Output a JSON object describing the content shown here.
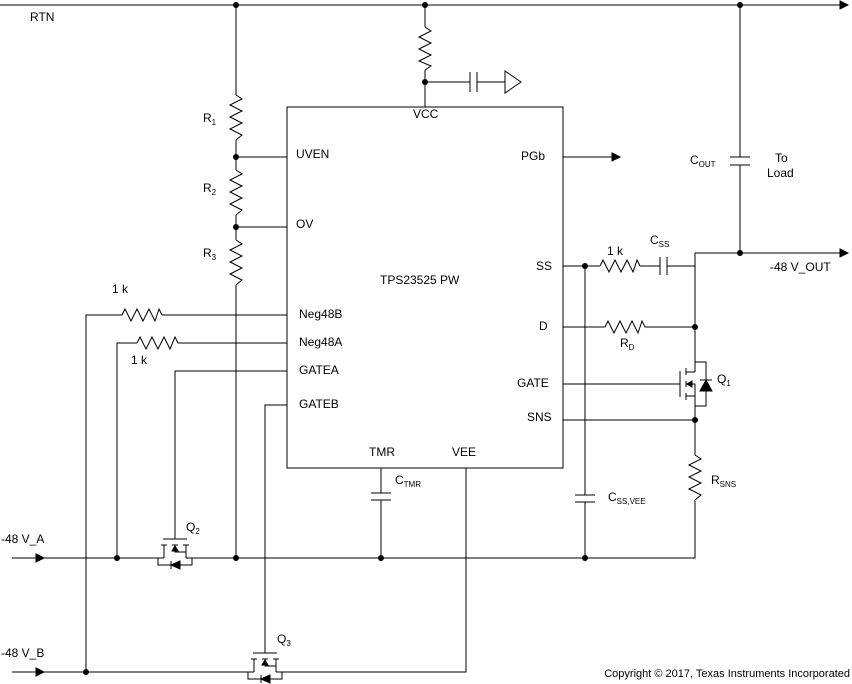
{
  "nets": {
    "rtn": "RTN",
    "neg48_a": "-48 V_A",
    "neg48_b": "-48 V_B",
    "neg48_out": "-48 V_OUT"
  },
  "ic": {
    "part_number": "TPS23525 PW",
    "pins": {
      "vcc": "VCC",
      "uven": "UVEN",
      "ov": "OV",
      "neg48b": "Neg48B",
      "neg48a": "Neg48A",
      "gatea": "GATEA",
      "gateb": "GATEB",
      "tmr": "TMR",
      "vee": "VEE",
      "pgb": "PGb",
      "ss": "SS",
      "d": "D",
      "gate": "GATE",
      "sns": "SNS"
    }
  },
  "components": {
    "r1": {
      "ref": "R",
      "sub": "1"
    },
    "r2": {
      "ref": "R",
      "sub": "2"
    },
    "r3": {
      "ref": "R",
      "sub": "3"
    },
    "r_neg48b": {
      "value": "1 k"
    },
    "r_neg48a": {
      "value": "1 k"
    },
    "c_tmr": {
      "ref": "C",
      "sub": "TMR"
    },
    "q1": {
      "ref": "Q",
      "sub": "1"
    },
    "q2": {
      "ref": "Q",
      "sub": "2"
    },
    "q3": {
      "ref": "Q",
      "sub": "3"
    },
    "r_ss": {
      "value": "1 k"
    },
    "c_ss": {
      "ref": "C",
      "sub": "SS"
    },
    "r_d": {
      "ref": "R",
      "sub": "D"
    },
    "c_ss_vee": {
      "ref": "C",
      "sub": "SS,VEE"
    },
    "r_sns": {
      "ref": "R",
      "sub": "SNS"
    },
    "c_out": {
      "ref": "C",
      "sub": "OUT"
    }
  },
  "load_label": [
    "To",
    "Load"
  ],
  "copyright": "Copyright © 2017, Texas Instruments Incorporated",
  "colors": {
    "wire": "#000000",
    "background": "#ffffff"
  }
}
